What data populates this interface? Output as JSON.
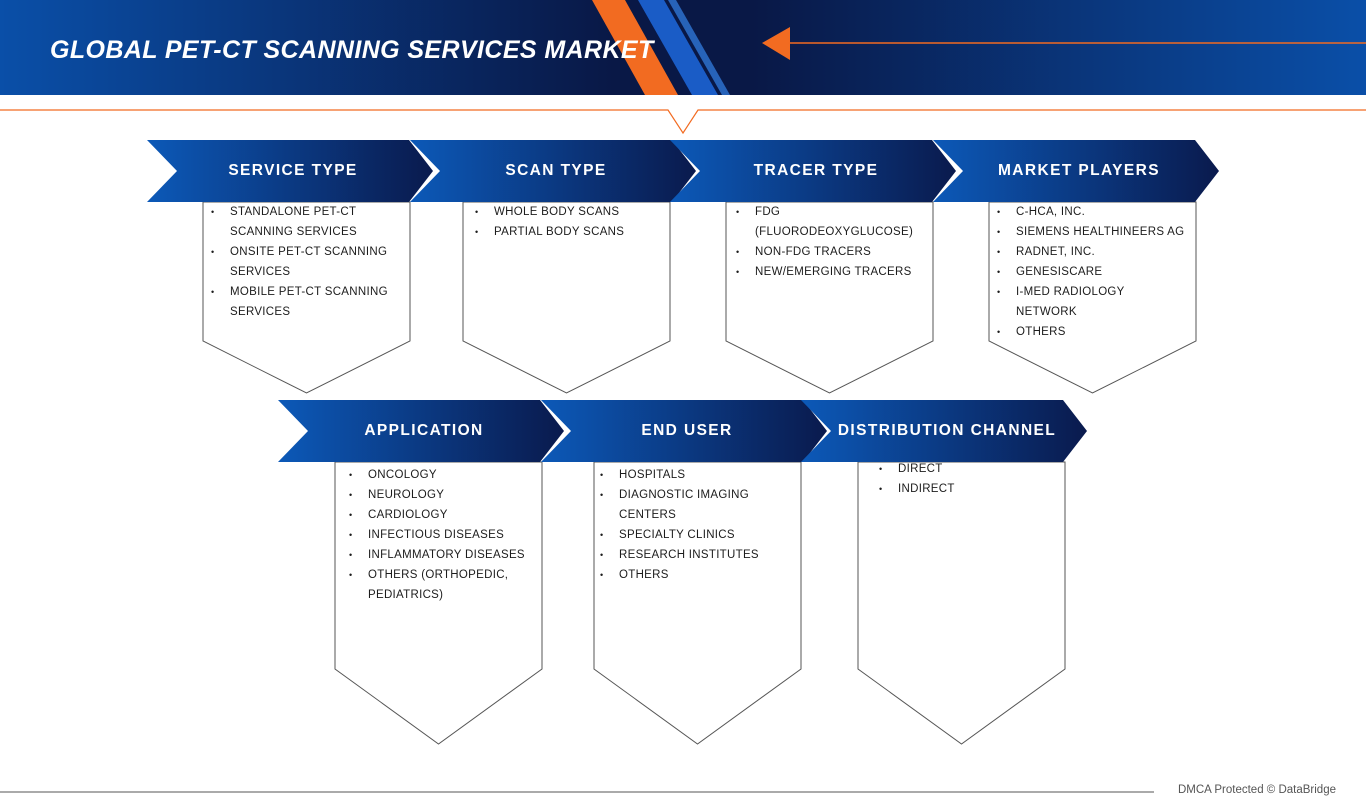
{
  "title": "GLOBAL PET-CT SCANNING SERVICES MARKET",
  "footer": "DMCA Protected © DataBridge",
  "colors": {
    "navy": "#091846",
    "blue": "#0a4fa8",
    "orange": "#f26b21",
    "outline": "#555555",
    "text": "#1c1c1c"
  },
  "segments": [
    {
      "title": "SERVICE TYPE",
      "items": [
        "STANDALONE PET-CT",
        "SCANNING SERVICES",
        "ONSITE PET-CT SCANNING",
        "SERVICES",
        "MOBILE PET-CT SCANNING",
        "SERVICES"
      ]
    },
    {
      "title": "SCAN TYPE",
      "items": [
        "WHOLE BODY SCANS",
        "PARTIAL BODY SCANS"
      ]
    },
    {
      "title": "TRACER TYPE",
      "items": [
        "FDG",
        "(FLUORODEOXYGLUCOSE)",
        "NON-FDG TRACERS",
        "NEW/EMERGING TRACERS"
      ]
    },
    {
      "title": "MARKET PLAYERS",
      "items": [
        "C-HCA, INC.",
        "SIEMENS HEALTHINEERS AG",
        "RADNET, INC.",
        "GENESISCARE",
        "I-MED RADIOLOGY",
        "NETWORK",
        "OTHERS"
      ]
    },
    {
      "title": "APPLICATION",
      "items": [
        "ONCOLOGY",
        "NEUROLOGY",
        "CARDIOLOGY",
        "INFECTIOUS DISEASES",
        "INFLAMMATORY DISEASES",
        "OTHERS (ORTHOPEDIC,",
        "PEDIATRICS)"
      ]
    },
    {
      "title": "END USER",
      "items": [
        "HOSPITALS",
        "DIAGNOSTIC IMAGING",
        "CENTERS",
        "SPECIALTY CLINICS",
        "RESEARCH INSTITUTES",
        "OTHERS"
      ]
    },
    {
      "title": "DISTRIBUTION CHANNEL",
      "items": [
        "DIRECT",
        "INDIRECT"
      ]
    }
  ]
}
